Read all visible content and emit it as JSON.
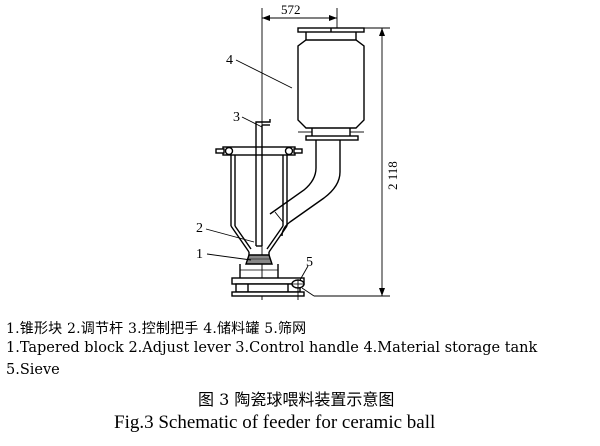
{
  "diagram": {
    "dim_width": "572",
    "dim_height": "2 118",
    "labels": [
      "1",
      "2",
      "3",
      "4",
      "5"
    ]
  },
  "legend": {
    "cn": "1.锥形块   2.调节杆   3.控制把手   4.储料罐   5.筛网",
    "en_line1": "1.Tapered block   2.Adjust lever   3.Control handle   4.Material storage tank",
    "en_line2": "5.Sieve"
  },
  "caption": {
    "cn": "图 3    陶瓷球喂料装置示意图",
    "en": "Fig.3    Schematic of feeder for ceramic ball"
  }
}
